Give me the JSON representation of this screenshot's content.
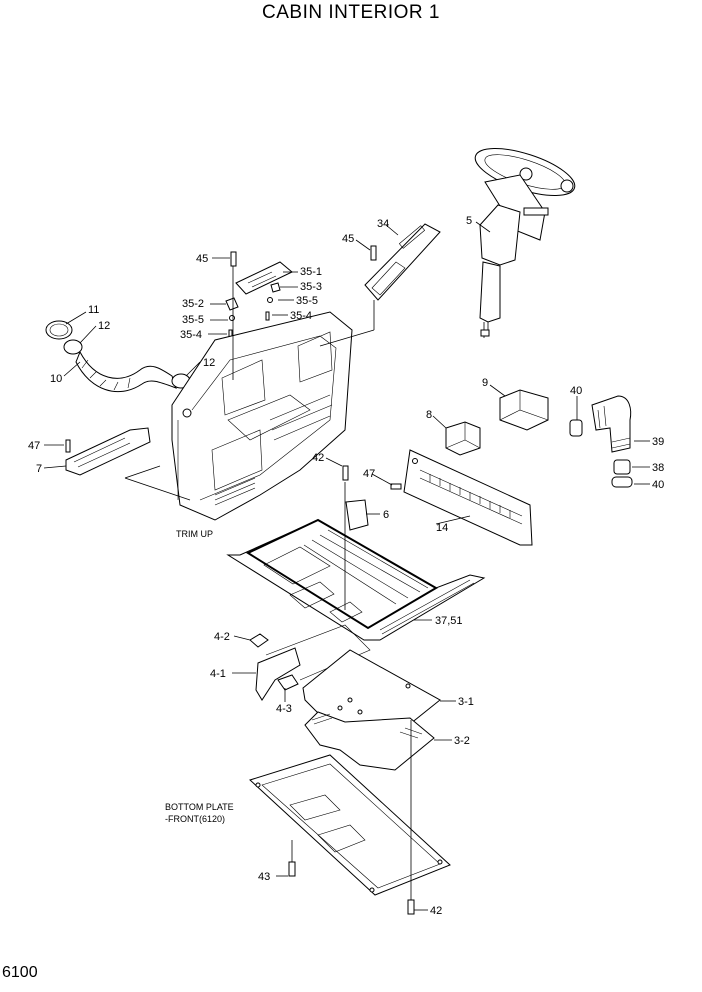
{
  "title": "CABIN INTERIOR 1",
  "page_number": "6100",
  "notes": {
    "trim_up": "TRIM UP",
    "bottom_plate_1": "BOTTOM PLATE",
    "bottom_plate_2": "-FRONT(6120)"
  },
  "callouts": {
    "c5": "5",
    "c34": "34",
    "c45a": "45",
    "c45b": "45",
    "c35_1": "35-1",
    "c35_3": "35-3",
    "c35_2": "35-2",
    "c35_5a": "35-5",
    "c35_5b": "35-5",
    "c35_4a": "35-4",
    "c35_4b": "35-4",
    "c11": "11",
    "c12a": "12",
    "c12b": "12",
    "c10": "10",
    "c47a": "47",
    "c47b": "47",
    "c7": "7",
    "c9": "9",
    "c40a": "40",
    "c40b": "40",
    "c8": "8",
    "c39": "39",
    "c38": "38",
    "c42a": "42",
    "c42b": "42",
    "c6": "6",
    "c14": "14",
    "c37_51": "37,51",
    "c4_2": "4-2",
    "c4_1": "4-1",
    "c4_3": "4-3",
    "c3_1": "3-1",
    "c3_2": "3-2",
    "c43": "43"
  }
}
